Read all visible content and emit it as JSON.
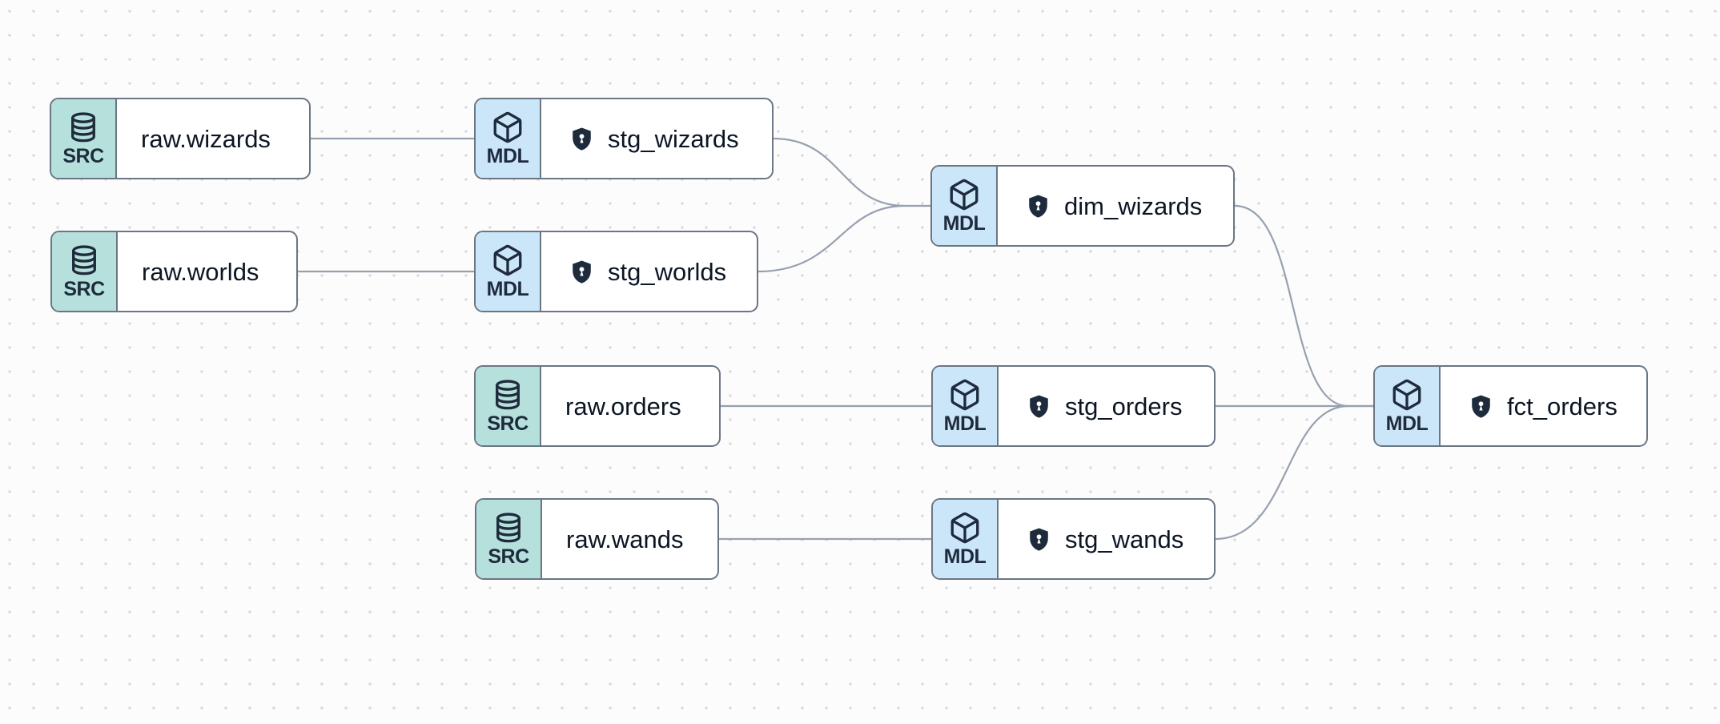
{
  "graph": {
    "nodes": {
      "raw_wizards": {
        "type": "SRC",
        "name": "raw.wizards",
        "icon": "database-icon"
      },
      "raw_worlds": {
        "type": "SRC",
        "name": "raw.worlds",
        "icon": "database-icon"
      },
      "raw_orders": {
        "type": "SRC",
        "name": "raw.orders",
        "icon": "database-icon"
      },
      "raw_wands": {
        "type": "SRC",
        "name": "raw.wands",
        "icon": "database-icon"
      },
      "stg_wizards": {
        "type": "MDL",
        "name": "stg_wizards",
        "icon": "cube-icon",
        "name_icon": "shield-lock-icon"
      },
      "stg_worlds": {
        "type": "MDL",
        "name": "stg_worlds",
        "icon": "cube-icon",
        "name_icon": "shield-lock-icon"
      },
      "stg_orders": {
        "type": "MDL",
        "name": "stg_orders",
        "icon": "cube-icon",
        "name_icon": "shield-lock-icon"
      },
      "stg_wands": {
        "type": "MDL",
        "name": "stg_wands",
        "icon": "cube-icon",
        "name_icon": "shield-lock-icon"
      },
      "dim_wizards": {
        "type": "MDL",
        "name": "dim_wizards",
        "icon": "cube-icon",
        "name_icon": "shield-lock-icon"
      },
      "fct_orders": {
        "type": "MDL",
        "name": "fct_orders",
        "icon": "cube-icon",
        "name_icon": "shield-lock-icon"
      }
    },
    "edges": [
      {
        "from": "raw.wizards",
        "to": "stg_wizards"
      },
      {
        "from": "raw.worlds",
        "to": "stg_worlds"
      },
      {
        "from": "raw.orders",
        "to": "stg_orders"
      },
      {
        "from": "raw.wands",
        "to": "stg_wands"
      },
      {
        "from": "stg_wizards",
        "to": "dim_wizards"
      },
      {
        "from": "stg_worlds",
        "to": "dim_wizards"
      },
      {
        "from": "dim_wizards",
        "to": "fct_orders"
      },
      {
        "from": "stg_orders",
        "to": "fct_orders"
      },
      {
        "from": "stg_wands",
        "to": "fct_orders"
      }
    ],
    "colors": {
      "canvas-bg": "#fcfcfd",
      "dot-color": "#d8d8dc",
      "node-bg": "#ffffff",
      "node-border": "#6b7684",
      "edge-color": "#97a0af",
      "src-badge-bg": "#b5e0db",
      "mdl-badge-bg": "#cbe5f9",
      "icon-color": "#1e2b3c",
      "text-color": "#0b1523"
    }
  }
}
